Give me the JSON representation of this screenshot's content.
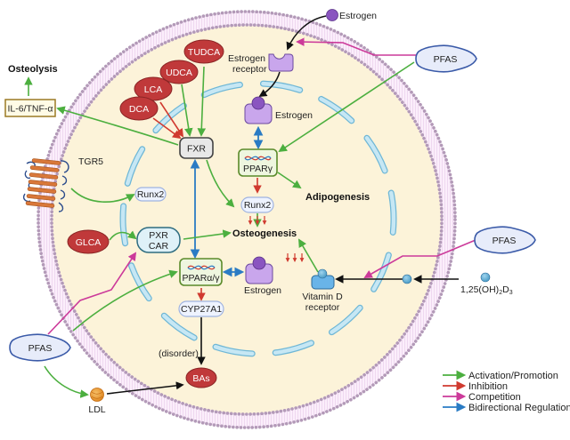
{
  "colors": {
    "activation": "#4caf3f",
    "inhibition": "#d03a2f",
    "competition": "#cc3a9a",
    "bidirectional": "#2a7bc4",
    "black_arrow": "#111111",
    "bile_acid_fill": "#c0393a",
    "cytoplasm": "#fcf3d9",
    "membrane_dot": "#b39ab8",
    "nuclear_envelope": "#a9d7ea",
    "estrogen": "#8a55c0",
    "receptor": "#c9a6ec",
    "pfas_fill": "#e7ecfa",
    "pfas_stroke": "#3a5aa8"
  },
  "labels": {
    "osteolysis": "Osteolysis",
    "il6_tnf": "IL-6/TNF-α",
    "tgr5": "TGR5",
    "runx2_left": "Runx2",
    "runx2_center": "Runx2",
    "fxr": "FXR",
    "estrogen_top": "Estrogen",
    "estrogen_receptor_line1": "Estrogen",
    "estrogen_receptor_line2": "receptor",
    "estrogen_bound": "Estrogen",
    "estrogen_lower": "Estrogen",
    "ppar_gamma": "PPARγ",
    "ppar_alpha_gamma": "PPARα/γ",
    "adipogenesis": "Adipogenesis",
    "osteogenesis": "Osteogenesis",
    "pxr": "PXR",
    "car": "CAR",
    "cyp27a1": "CYP27A1",
    "disorder": "(disorder)",
    "bas": "BAs",
    "ldl": "LDL",
    "vdr_line1": "Vitamin D",
    "vdr_line2": "receptor",
    "vitd_main": "1,25(OH)",
    "vitd_sub1": "2",
    "vitd_d": "D",
    "vitd_sub2": "3",
    "pfas_top": "PFAS",
    "pfas_right": "PFAS",
    "pfas_left": "PFAS"
  },
  "bile_acids": [
    "TUDCA",
    "UDCA",
    "LCA",
    "DCA",
    "GLCA"
  ],
  "legend": [
    {
      "label": "Activation/Promotion",
      "type": "activation"
    },
    {
      "label": "Inhibition",
      "type": "inhibition"
    },
    {
      "label": "Competition",
      "type": "competition"
    },
    {
      "label": "Bidirectional Regulation",
      "type": "bidirectional"
    }
  ]
}
